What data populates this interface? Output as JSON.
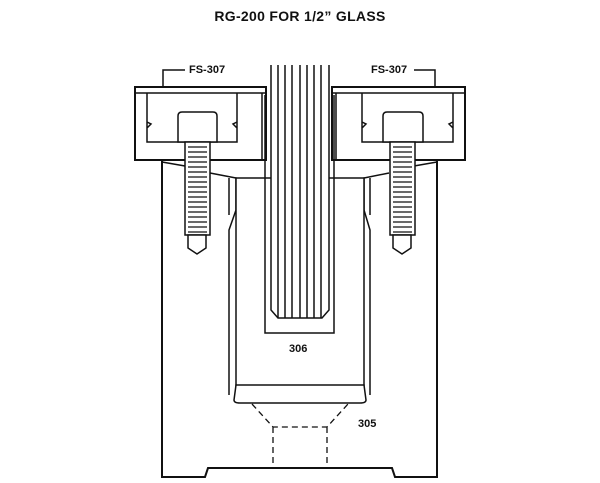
{
  "title": "RG-200 FOR 1/2” GLASS",
  "labels": {
    "clip_left": "FS-307",
    "clip_right": "FS-307",
    "insert": "306",
    "base": "305"
  }
}
